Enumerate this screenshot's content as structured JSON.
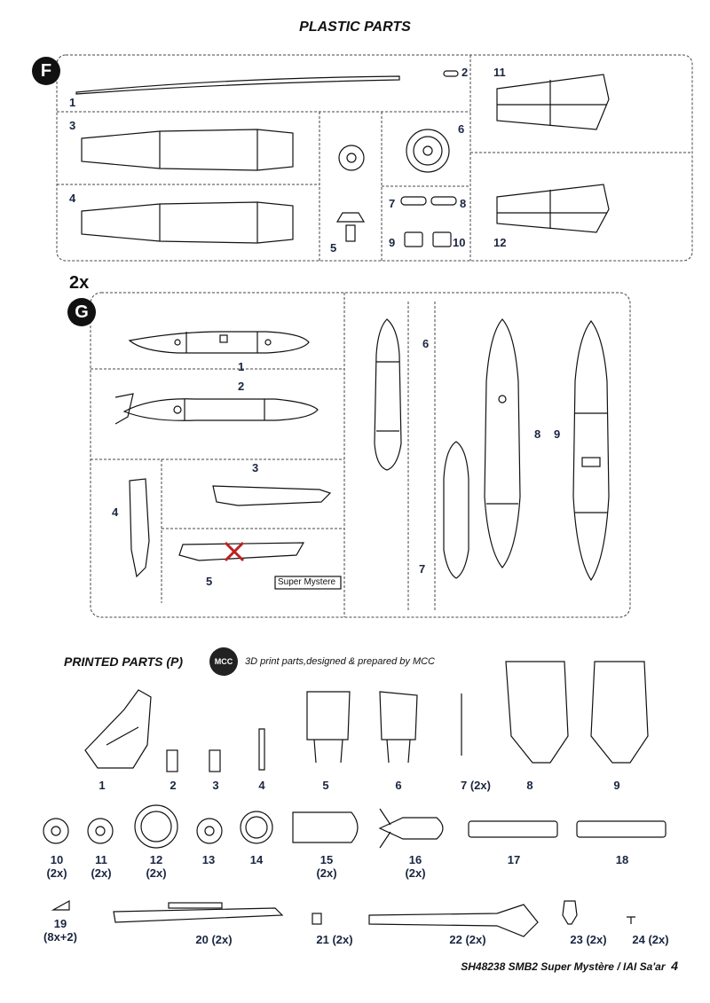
{
  "page_title": "PLASTIC PARTS",
  "sprue_f": {
    "badge": "F",
    "parts": [
      "1",
      "2",
      "3",
      "4",
      "5",
      "6",
      "7",
      "8",
      "9",
      "10",
      "11",
      "12"
    ]
  },
  "sprue_g": {
    "multiplier": "2x",
    "badge": "G",
    "parts": [
      "1",
      "2",
      "3",
      "4",
      "5",
      "6",
      "7",
      "8",
      "9"
    ],
    "engraving": "Super Mystere"
  },
  "printed_parts": {
    "heading": "PRINTED PARTS (P)",
    "logo_text": "MCC",
    "note": "3D print parts,designed & prepared by MCC",
    "labels": [
      "1",
      "2",
      "3",
      "4",
      "5",
      "6",
      "7 (2x)",
      "8",
      "9",
      "10\n(2x)",
      "11\n(2x)",
      "12\n(2x)",
      "13",
      "14",
      "15\n(2x)",
      "16\n(2x)",
      "17",
      "18",
      "19\n(8x+2)",
      "20 (2x)",
      "21 (2x)",
      "22 (2x)",
      "23 (2x)",
      "24 (2x)"
    ]
  },
  "footer": {
    "text": "SH48238 SMB2 Super Mystère / IAI Sa'ar",
    "page_number": "4"
  }
}
